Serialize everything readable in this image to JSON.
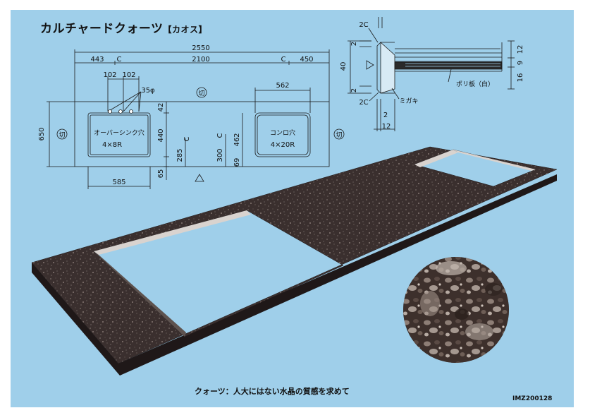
{
  "title": "カルチャードクォーツ",
  "title_variant": "【カオス】",
  "caption": "クォーツ：人大にはない水晶の質感を求めて",
  "product_code": "IMZ200128",
  "colors": {
    "background": "#9fcfea",
    "line": "#1a1a1a",
    "slab": "#3a2f2e",
    "slab_edge": "#1f1818"
  },
  "plan_drawing": {
    "overall_width": "2550",
    "segment_left": "443",
    "segment_center": "2100",
    "segment_right": "450",
    "center_mark_left": "C",
    "center_mark_right": "C",
    "hole_spacing_a": "102",
    "hole_spacing_b": "102",
    "hole_diameter": "35φ",
    "cut_mark_top": "切",
    "cut_mark_left": "切",
    "cut_mark_right": "切",
    "stove_width": "562",
    "depth": "650",
    "sink_label": "オーバーシンク穴",
    "sink_corner": "4×8R",
    "stove_label": "コンロ穴",
    "stove_corner": "4×20R",
    "dim_42": "42",
    "dim_440": "440",
    "dim_65": "65",
    "dim_285": "285",
    "dim_285_c": "C",
    "dim_300": "300",
    "dim_300_c": "C",
    "dim_462": "462",
    "dim_69": "69",
    "sink_width": "585"
  },
  "section_drawing": {
    "chamfer_top": "2C",
    "chamfer_bottom": "2C",
    "dim_2_top": "2",
    "dim_2_bottom": "2",
    "height": "40",
    "layer_12": "12",
    "layer_9": "9",
    "layer_16": "16",
    "board_label": "ポリ板（白）",
    "polish_label": "ミガキ",
    "dim_2_small": "2",
    "dim_12_bottom": "12"
  }
}
